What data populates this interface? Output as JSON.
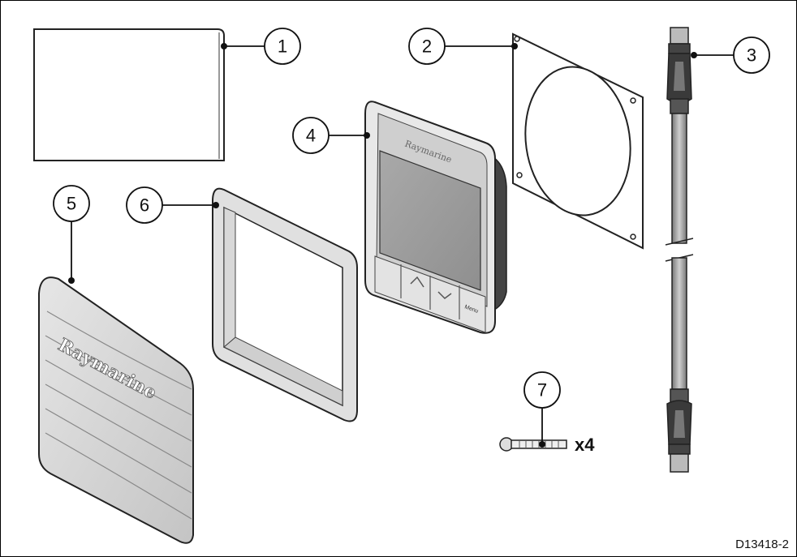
{
  "diagram": {
    "callouts": [
      "1",
      "2",
      "3",
      "4",
      "5",
      "6",
      "7"
    ],
    "quantity_label": "x4",
    "reference_code": "D13418-2",
    "brand_text": "Raymarine",
    "menu_label": "Menu"
  }
}
